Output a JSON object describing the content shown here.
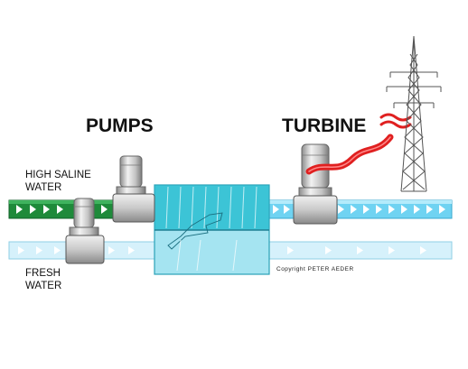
{
  "labels": {
    "pumps": "PUMPS",
    "turbine": "TURBINE",
    "high_saline_line1": "HIGH SALINE",
    "high_saline_line2": "WATER",
    "fresh_line1": "FRESH",
    "fresh_line2": "WATER",
    "copyright": "Copyright PETER AEDER"
  },
  "colors": {
    "saline_pipe": "#1e8a3a",
    "fresh_pipe": "#d6f1fb",
    "outlet_pipe": "#6fd3f2",
    "chamber": "#3cc4d6",
    "membrane": "#a5e4f1",
    "equipment": "#c8c8c8",
    "energy_wave": "#e02020",
    "tower": "#555555"
  },
  "icons": [
    "pump-icon",
    "turbine-icon",
    "power-tower-icon",
    "energy-wave-icon",
    "flow-arrow-icon"
  ]
}
